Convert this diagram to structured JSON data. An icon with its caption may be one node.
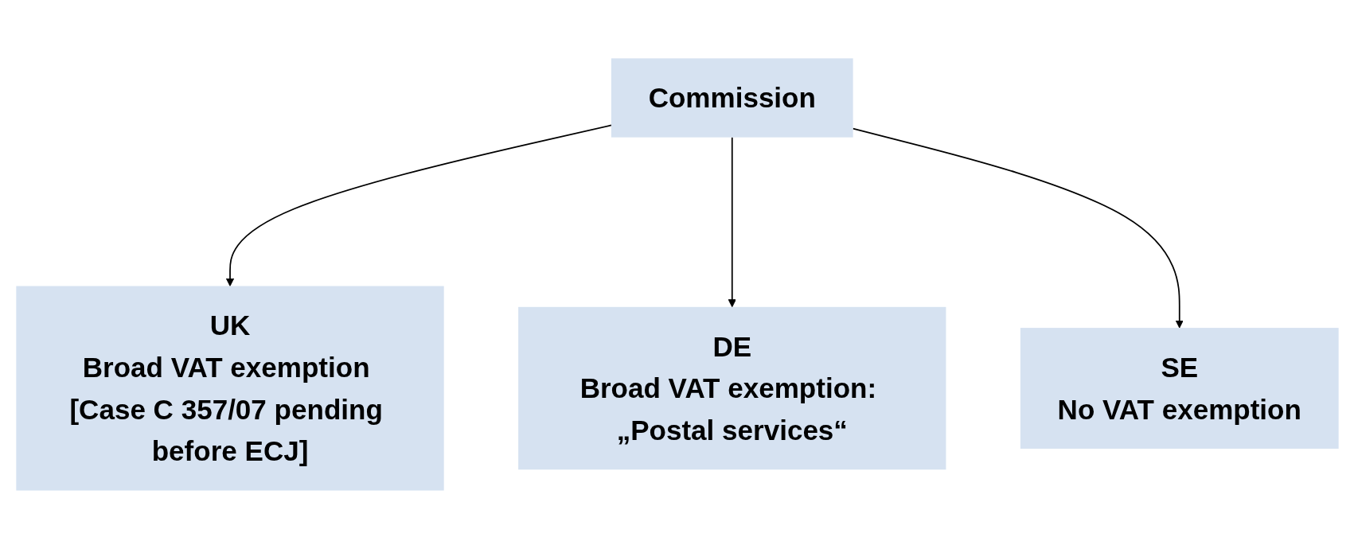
{
  "diagram": {
    "nodes": [
      {
        "text": [
          "Commission"
        ]
      },
      {
        "text": [
          "UK",
          "Broad VAT exemption [Case C 357/07 pending before ECJ]"
        ]
      },
      {
        "text": [
          "DE",
          "Broad VAT exemption: „Postal services“"
        ]
      },
      {
        "text": [
          "SE",
          "No VAT exemption"
        ]
      }
    ],
    "edges": [
      {
        "from": 0,
        "to": 1,
        "arrow": "to"
      },
      {
        "from": 0,
        "to": 2,
        "arrow": "to"
      },
      {
        "from": 0,
        "to": 3,
        "arrow": "to"
      }
    ]
  }
}
